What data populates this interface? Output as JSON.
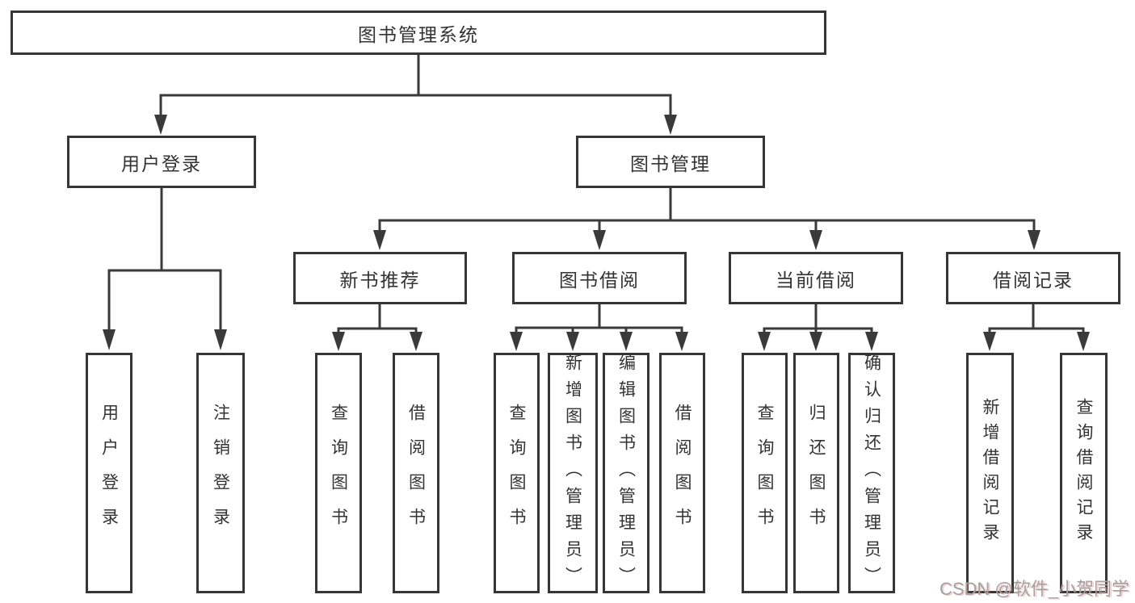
{
  "diagram": {
    "root": "图书管理系统",
    "level2": [
      "用户登录",
      "图书管理"
    ],
    "level3": [
      "新书推荐",
      "图书借阅",
      "当前借阅",
      "借阅记录"
    ],
    "leaves": [
      "用户登录",
      "注销登录",
      "查询图书",
      "借阅图书",
      "查询图书",
      "新增图书（管理员）",
      "编辑图书（管理员）",
      "借阅图书",
      "查询图书",
      "归还图书",
      "确认归还（管理员）",
      "新增借阅记录",
      "查询借阅记录"
    ]
  },
  "watermark": "CSDN @软件_小贺同学",
  "colors": {
    "line": "#3a3a3a",
    "box_border": "#363636",
    "box_fill": "#ffffff",
    "text": "#333333",
    "watermark": "#a2a2a2",
    "background": "#ffffff"
  }
}
